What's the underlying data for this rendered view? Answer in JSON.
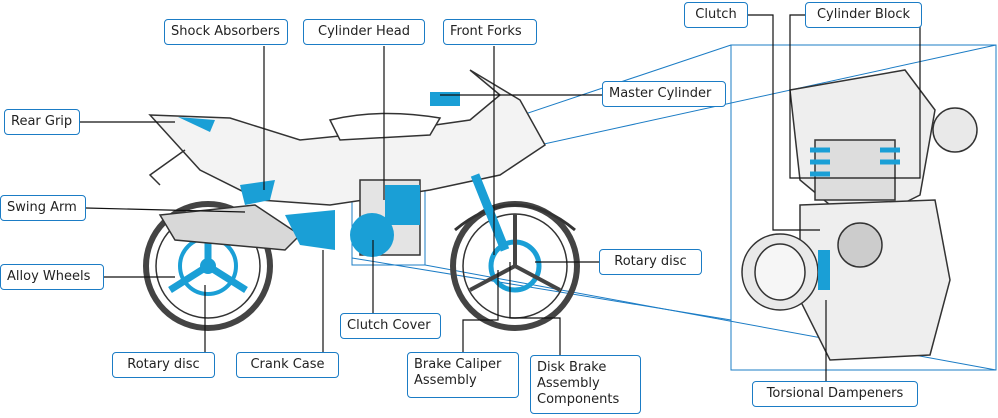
{
  "labels": {
    "shock_absorbers": "Shock Absorbers",
    "cylinder_head": "Cylinder Head",
    "front_forks": "Front Forks",
    "clutch": "Clutch",
    "cylinder_block": "Cylinder Block",
    "master_cylinder": "Master Cylinder",
    "rear_grip": "Rear Grip",
    "swing_arm": "Swing Arm",
    "alloy_wheels": "Alloy Wheels",
    "rotary_disc_front": "Rotary disc",
    "clutch_cover": "Clutch Cover",
    "rotary_disc_rear": "Rotary disc",
    "crank_case": "Crank Case",
    "brake_caliper_assembly": "Brake Caliper Assembly",
    "disk_brake_assembly_components": "Disk Brake Assembly Components",
    "torsional_dampeners": "Torsional Dampeners"
  },
  "colors": {
    "highlight": "#1a9fd6",
    "label_border": "#1b7cc5",
    "leader": "#111111",
    "inset_frame": "#1b7cc5"
  }
}
